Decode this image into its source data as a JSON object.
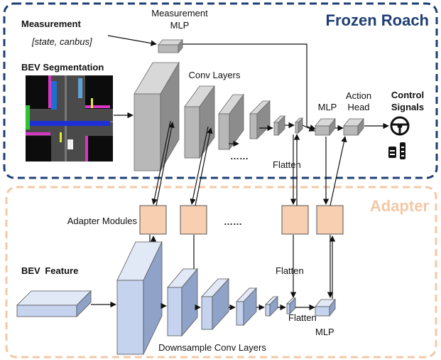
{
  "regions": {
    "frozen": {
      "title": "Frozen Roach",
      "border_color": "#1f3f74",
      "title_color": "#1f3f74"
    },
    "adapter": {
      "title": "Adapter",
      "border_color": "#f3c8a6",
      "title_color": "#f3c8a6"
    }
  },
  "labels": {
    "measurement": "Measurement",
    "measurement_inputs": "[state, canbus]",
    "measurement_mlp_line1": "Measurement",
    "measurement_mlp_line2": "MLP",
    "bev_segmentation": "BEV Segmentation",
    "conv_layers": "Conv Layers",
    "top_ellipsis": "……",
    "flatten_top": "Flatten",
    "mlp_top": "MLP",
    "action_head_line1": "Action",
    "action_head_line2": "Head",
    "control_signals_line1": "Control",
    "control_signals_line2": "Signals",
    "adapter_modules": "Adapter Modules",
    "adapter_ellipsis": "……",
    "bev_feature_main": "BEV",
    "bev_feature_sub": "Feature",
    "flatten_mid": "Flatten",
    "flatten_bottom": "Flatten",
    "mlp_bottom": "MLP",
    "downsample": "Downsample Conv Layers"
  },
  "icons": {
    "steering": "steering-wheel-icon",
    "pedals": "pedals-icon"
  },
  "colors": {
    "conv_face": "#b8b8b8",
    "conv_side": "#8c8c8c",
    "conv_top": "#d8d8d8",
    "adapter_block": "#f9cfb1",
    "feature_face": "#c5d3ee",
    "feature_side": "#8fa2c8",
    "feature_top": "#e1e8f6"
  }
}
